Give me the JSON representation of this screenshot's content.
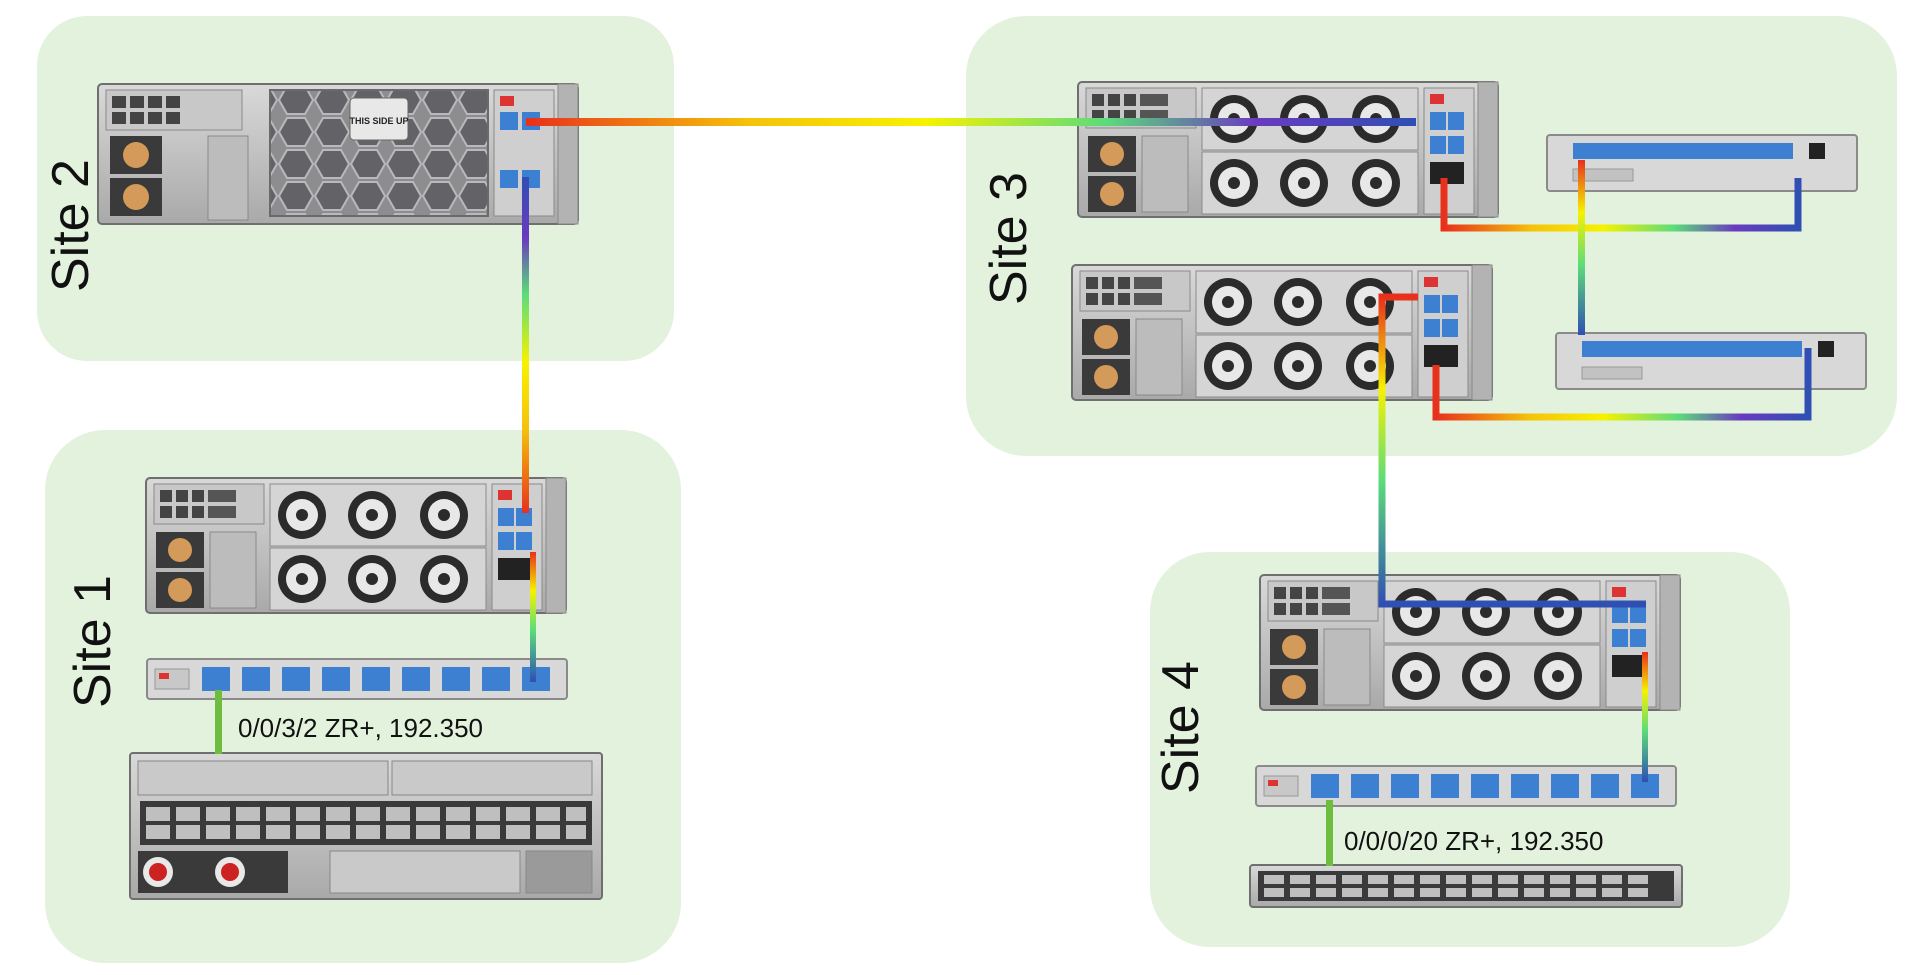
{
  "sites": [
    {
      "id": "site2",
      "label": "Site 2"
    },
    {
      "id": "site3",
      "label": "Site 3"
    },
    {
      "id": "site1",
      "label": "Site 1"
    },
    {
      "id": "site4",
      "label": "Site 4"
    }
  ],
  "link_labels": {
    "site1": "0/0/3/2 ZR+, 192.350",
    "site4": "0/0/0/20 ZR+, 192.350"
  },
  "device_text": {
    "fan_filter_label": "THIS SIDE UP"
  },
  "colors": {
    "site_background": "#e3f2dc",
    "client_link": "#6dbd3f",
    "fiber_start": "#e8301c",
    "fiber_end": "#2f4fb3"
  }
}
